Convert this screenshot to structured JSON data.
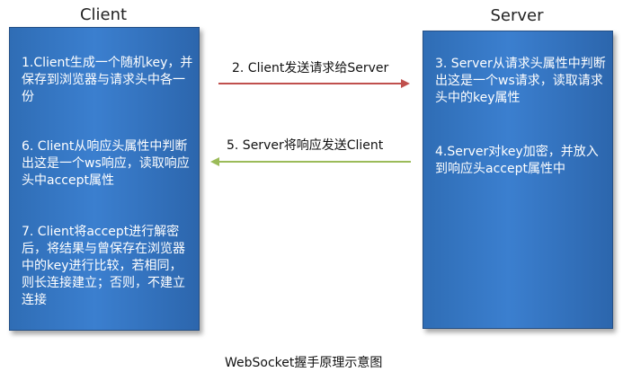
{
  "client": {
    "title": "Client",
    "steps": [
      "1.Client生成一个随机key，并保存到浏览器与请求头中各一份",
      "6. Client从响应头属性中判断出这是一个ws响应，读取响应头中accept属性",
      "7. Client将accept进行解密后，将结果与曾保存在浏览器中的key进行比较，若相同，则长连接建立；否则，不建立连接"
    ]
  },
  "server": {
    "title": "Server",
    "steps": [
      "3. Server从请求头属性中判断出这是一个ws请求，读取请求头中的key属性",
      "4.Server对key加密，并放入到响应头accept属性中"
    ]
  },
  "arrows": {
    "request": {
      "label": "2. Client发送请求给Server",
      "color": "#c0504d"
    },
    "response": {
      "label": "5. Server将响应发送Client",
      "color": "#9bbb59"
    }
  },
  "caption": "WebSocket握手原理示意图",
  "colors": {
    "panel": "#3474c2",
    "panel_text": "#ffffff"
  }
}
